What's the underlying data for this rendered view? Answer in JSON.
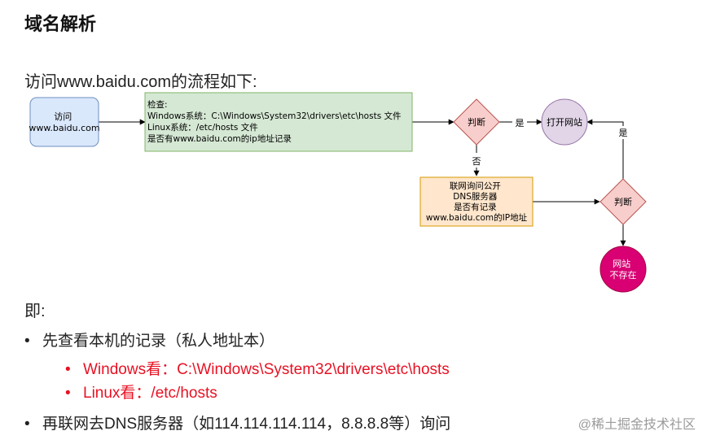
{
  "heading": "域名解析",
  "intro": "访问www.baidu.com的流程如下:",
  "diagram": {
    "start": [
      "访问",
      "www.baidu.com"
    ],
    "check": [
      "检查:",
      "Windows系统：C:\\Windows\\System32\\drivers\\etc\\hosts 文件",
      "Linux系统：/etc/hosts 文件",
      "是否有www.baidu.com的ip地址记录"
    ],
    "decision1": "判断",
    "yes_label_1": "是",
    "open_site": "打开网站",
    "no_label": "否",
    "dns_query": [
      "联网询问公开",
      "DNS服务器",
      "是否有记录",
      "www.baidu.com的IP地址"
    ],
    "decision2": "判断",
    "yes_label_2": "是",
    "not_exist": [
      "网站",
      "不存在"
    ],
    "colors": {
      "start_fill": "#dae8fc",
      "start_stroke": "#6c8ebf",
      "check_fill": "#d5e8d4",
      "check_stroke": "#82b366",
      "decision_fill": "#f8cecc",
      "decision_stroke": "#b85450",
      "open_fill": "#e1d5e7",
      "open_stroke": "#9673a6",
      "dns_fill": "#ffe6cc",
      "dns_stroke": "#d79b00",
      "end_fill": "#d80073",
      "end_stroke": "#a50040"
    }
  },
  "summary_label": "即:",
  "bullets": {
    "b1": "先查看本机的记录（私人地址本）",
    "b1a": "Windows看：C:\\Windows\\System32\\drivers\\etc\\hosts",
    "b1b": "Linux看：/etc/hosts",
    "b2": "再联网去DNS服务器（如114.114.114.114，8.8.8.8等）询问",
    "marker": "•"
  },
  "watermark": "@稀土掘金技术社区"
}
